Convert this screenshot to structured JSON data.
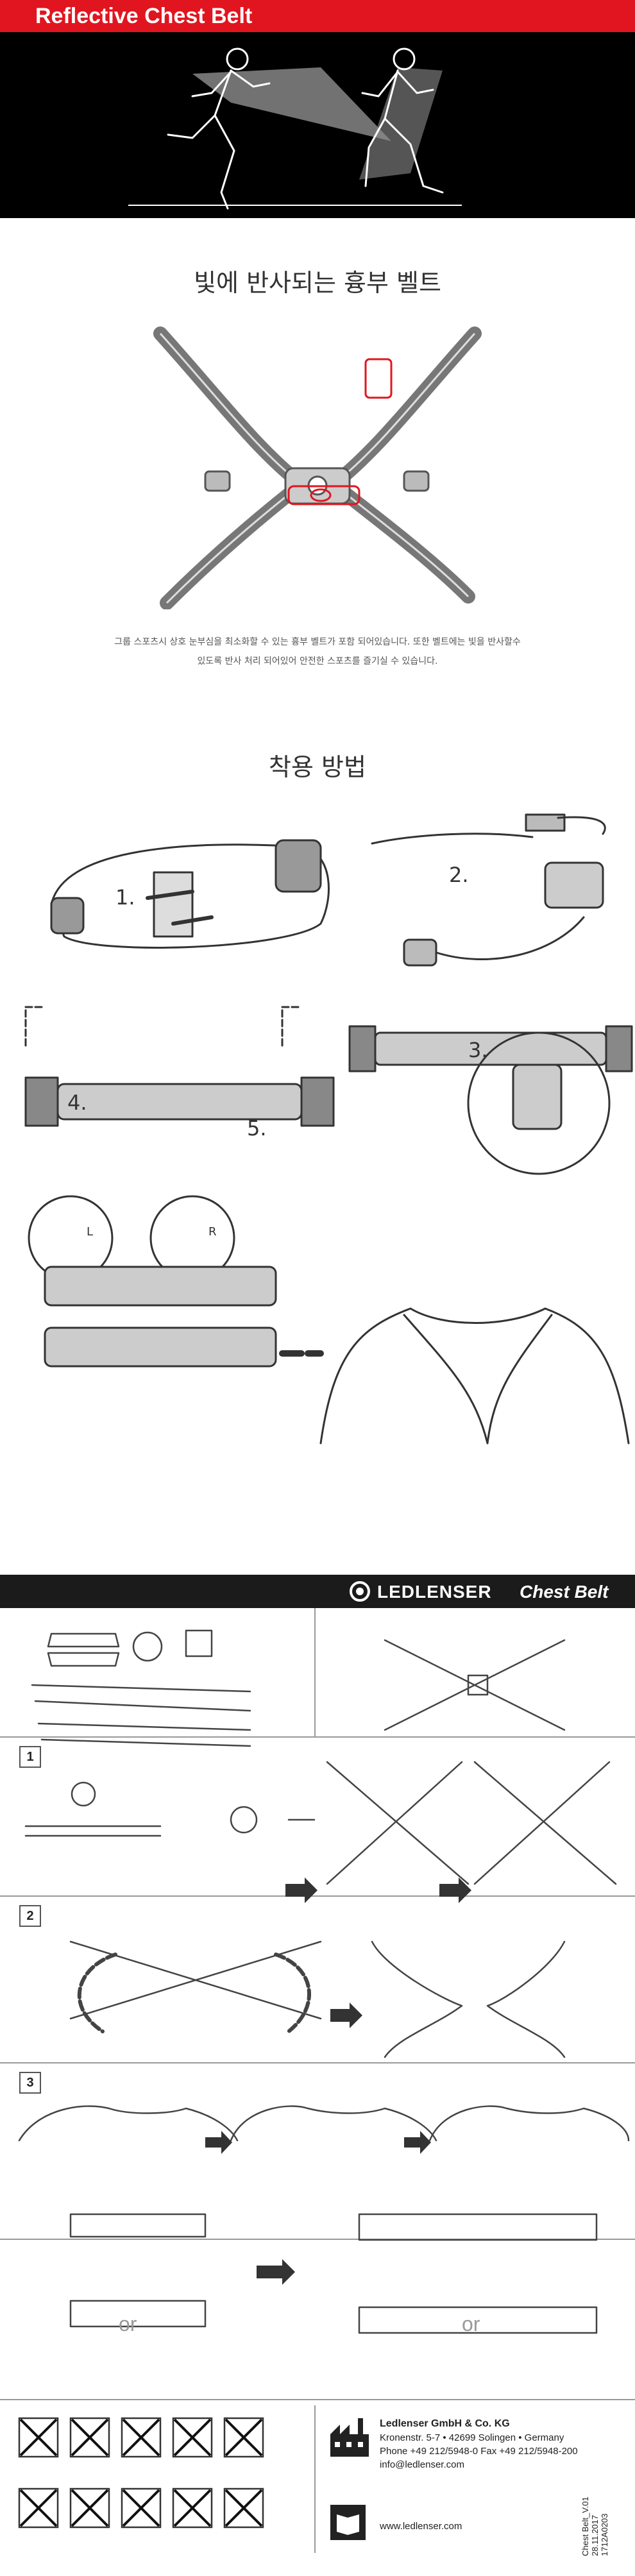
{
  "hero": {
    "title": "Reflective Chest Belt",
    "accent": "#e1151f"
  },
  "section1": {
    "title": "빛에 반사되는 흉부 벨트",
    "desc_line1": "그룹 스포츠시 상호 눈부심을 최소화할 수 있는 흉부 벨트가 포함 되어있습니다. 또한 벨트에는 빛을 반사할수",
    "desc_line2": "있도록 반사 처리 되어있어 안전한 스포츠를 즐기실 수 있습니다."
  },
  "section2": {
    "title": "착용 방법",
    "steps": [
      "1.",
      "2.",
      "3.",
      "4.",
      "5."
    ],
    "left_label": "L",
    "right_label": "R"
  },
  "brand": {
    "name": "LEDLENSER",
    "product": "Chest Belt"
  },
  "manual": {
    "step1": "1",
    "step2": "2",
    "step3": "3",
    "or": "or"
  },
  "footer": {
    "company": "Ledlenser GmbH & Co. KG",
    "address": "Kronenstr. 5-7 • 42699 Solingen • Germany",
    "phone": "Phone +49 212/5948-0 Fax +49 212/5948-200",
    "email": "info@ledlenser.com",
    "web": "www.ledlenser.com",
    "version": "Chest Belt_V.01",
    "date": "28.11.2017",
    "code": "1712A0203"
  }
}
